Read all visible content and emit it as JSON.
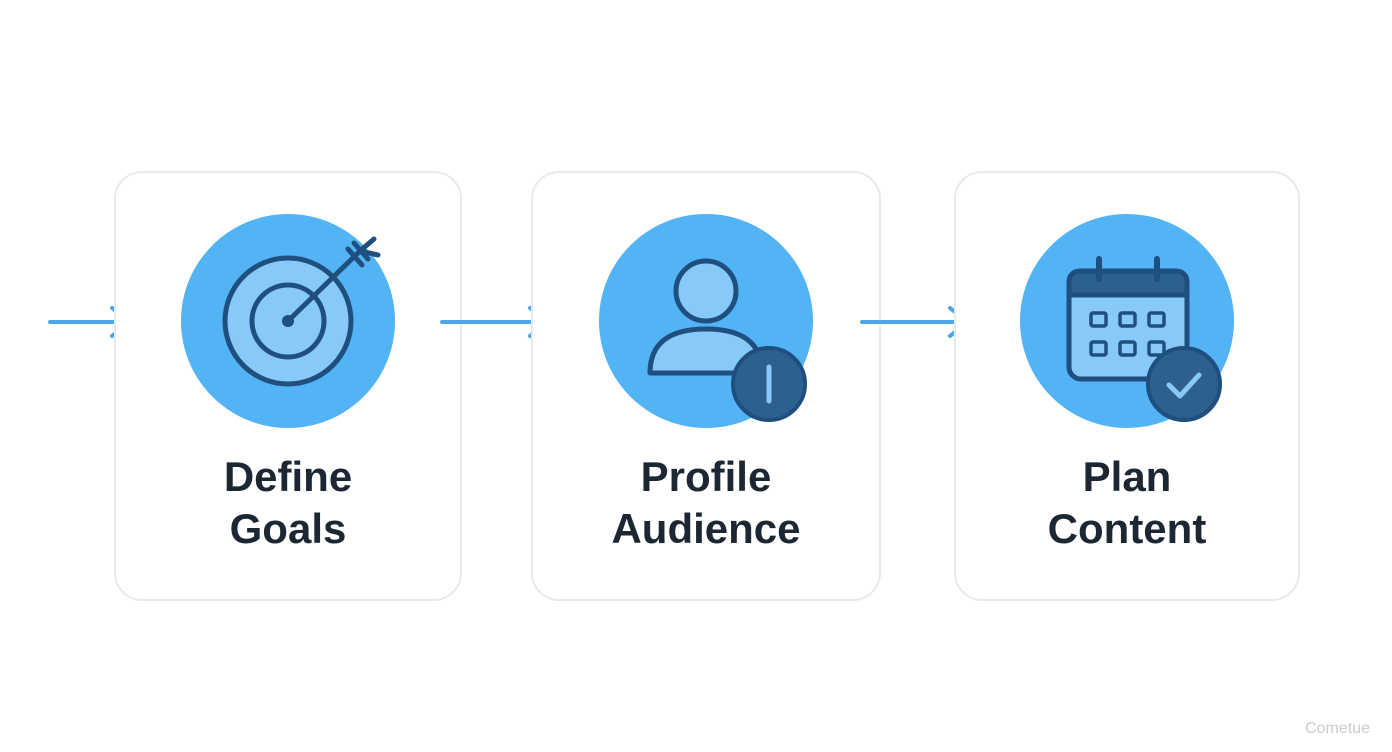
{
  "steps": [
    {
      "line1": "Define",
      "line2": "Goals",
      "icon": "target-with-arrow-icon"
    },
    {
      "line1": "Profile",
      "line2": "Audience",
      "icon": "user-profile-icon"
    },
    {
      "line1": "Plan",
      "line2": "Content",
      "icon": "calendar-check-icon"
    }
  ],
  "watermark": "Cometue",
  "colors": {
    "circle": "#52b3f5",
    "icon_fill": "#87c9f8",
    "icon_stroke": "#1f4f7f",
    "badge": "#2d5f8f",
    "arrow": "#4aa8e8",
    "card_border": "#e4eaef",
    "text": "#1d2733"
  }
}
